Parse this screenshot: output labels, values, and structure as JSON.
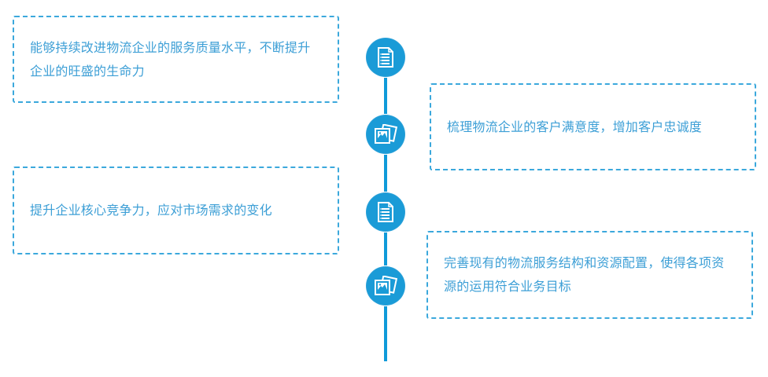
{
  "timeline": {
    "accent_color": "#1a9bd7",
    "items": [
      {
        "side": "left",
        "icon": "document-list-icon",
        "text": "能够持续改进物流企业的服务质量水平，不断提升企业的旺盛的生命力"
      },
      {
        "side": "right",
        "icon": "photos-icon",
        "text": "梳理物流企业的客户满意度，增加客户忠诚度"
      },
      {
        "side": "left",
        "icon": "document-list-icon",
        "text": "提升企业核心竞争力，应对市场需求的变化"
      },
      {
        "side": "right",
        "icon": "photos-icon",
        "text": "完善现有的物流服务结构和资源配置，使得各项资源的运用符合业务目标"
      }
    ]
  }
}
